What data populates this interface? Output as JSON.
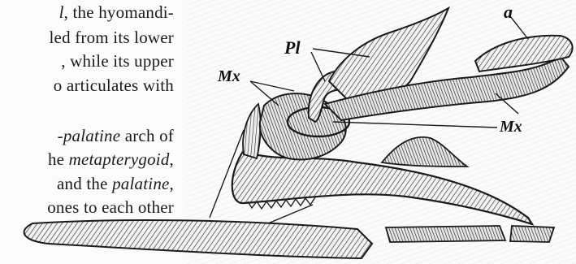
{
  "page_text": {
    "lines": [
      {
        "pre": "",
        "em": "l",
        "post": ", the hyomandi-"
      },
      {
        "pre": "led from its lower",
        "em": "",
        "post": ""
      },
      {
        "pre": ", while its upper",
        "em": "",
        "post": ""
      },
      {
        "pre": "o articulates with",
        "em": "",
        "post": ""
      },
      {
        "pre": "-",
        "em": "palatine",
        "post": " arch of"
      },
      {
        "pre": "he ",
        "em": "metapterygoid",
        "post": ","
      },
      {
        "pre": "and the ",
        "em": "palatine",
        "post": ","
      },
      {
        "pre": "ones to each other",
        "em": "",
        "post": ""
      }
    ]
  },
  "figure": {
    "labels": {
      "a": "a",
      "pl": "Pl",
      "mx_left": "Mx",
      "mx_right": "Mx"
    }
  }
}
